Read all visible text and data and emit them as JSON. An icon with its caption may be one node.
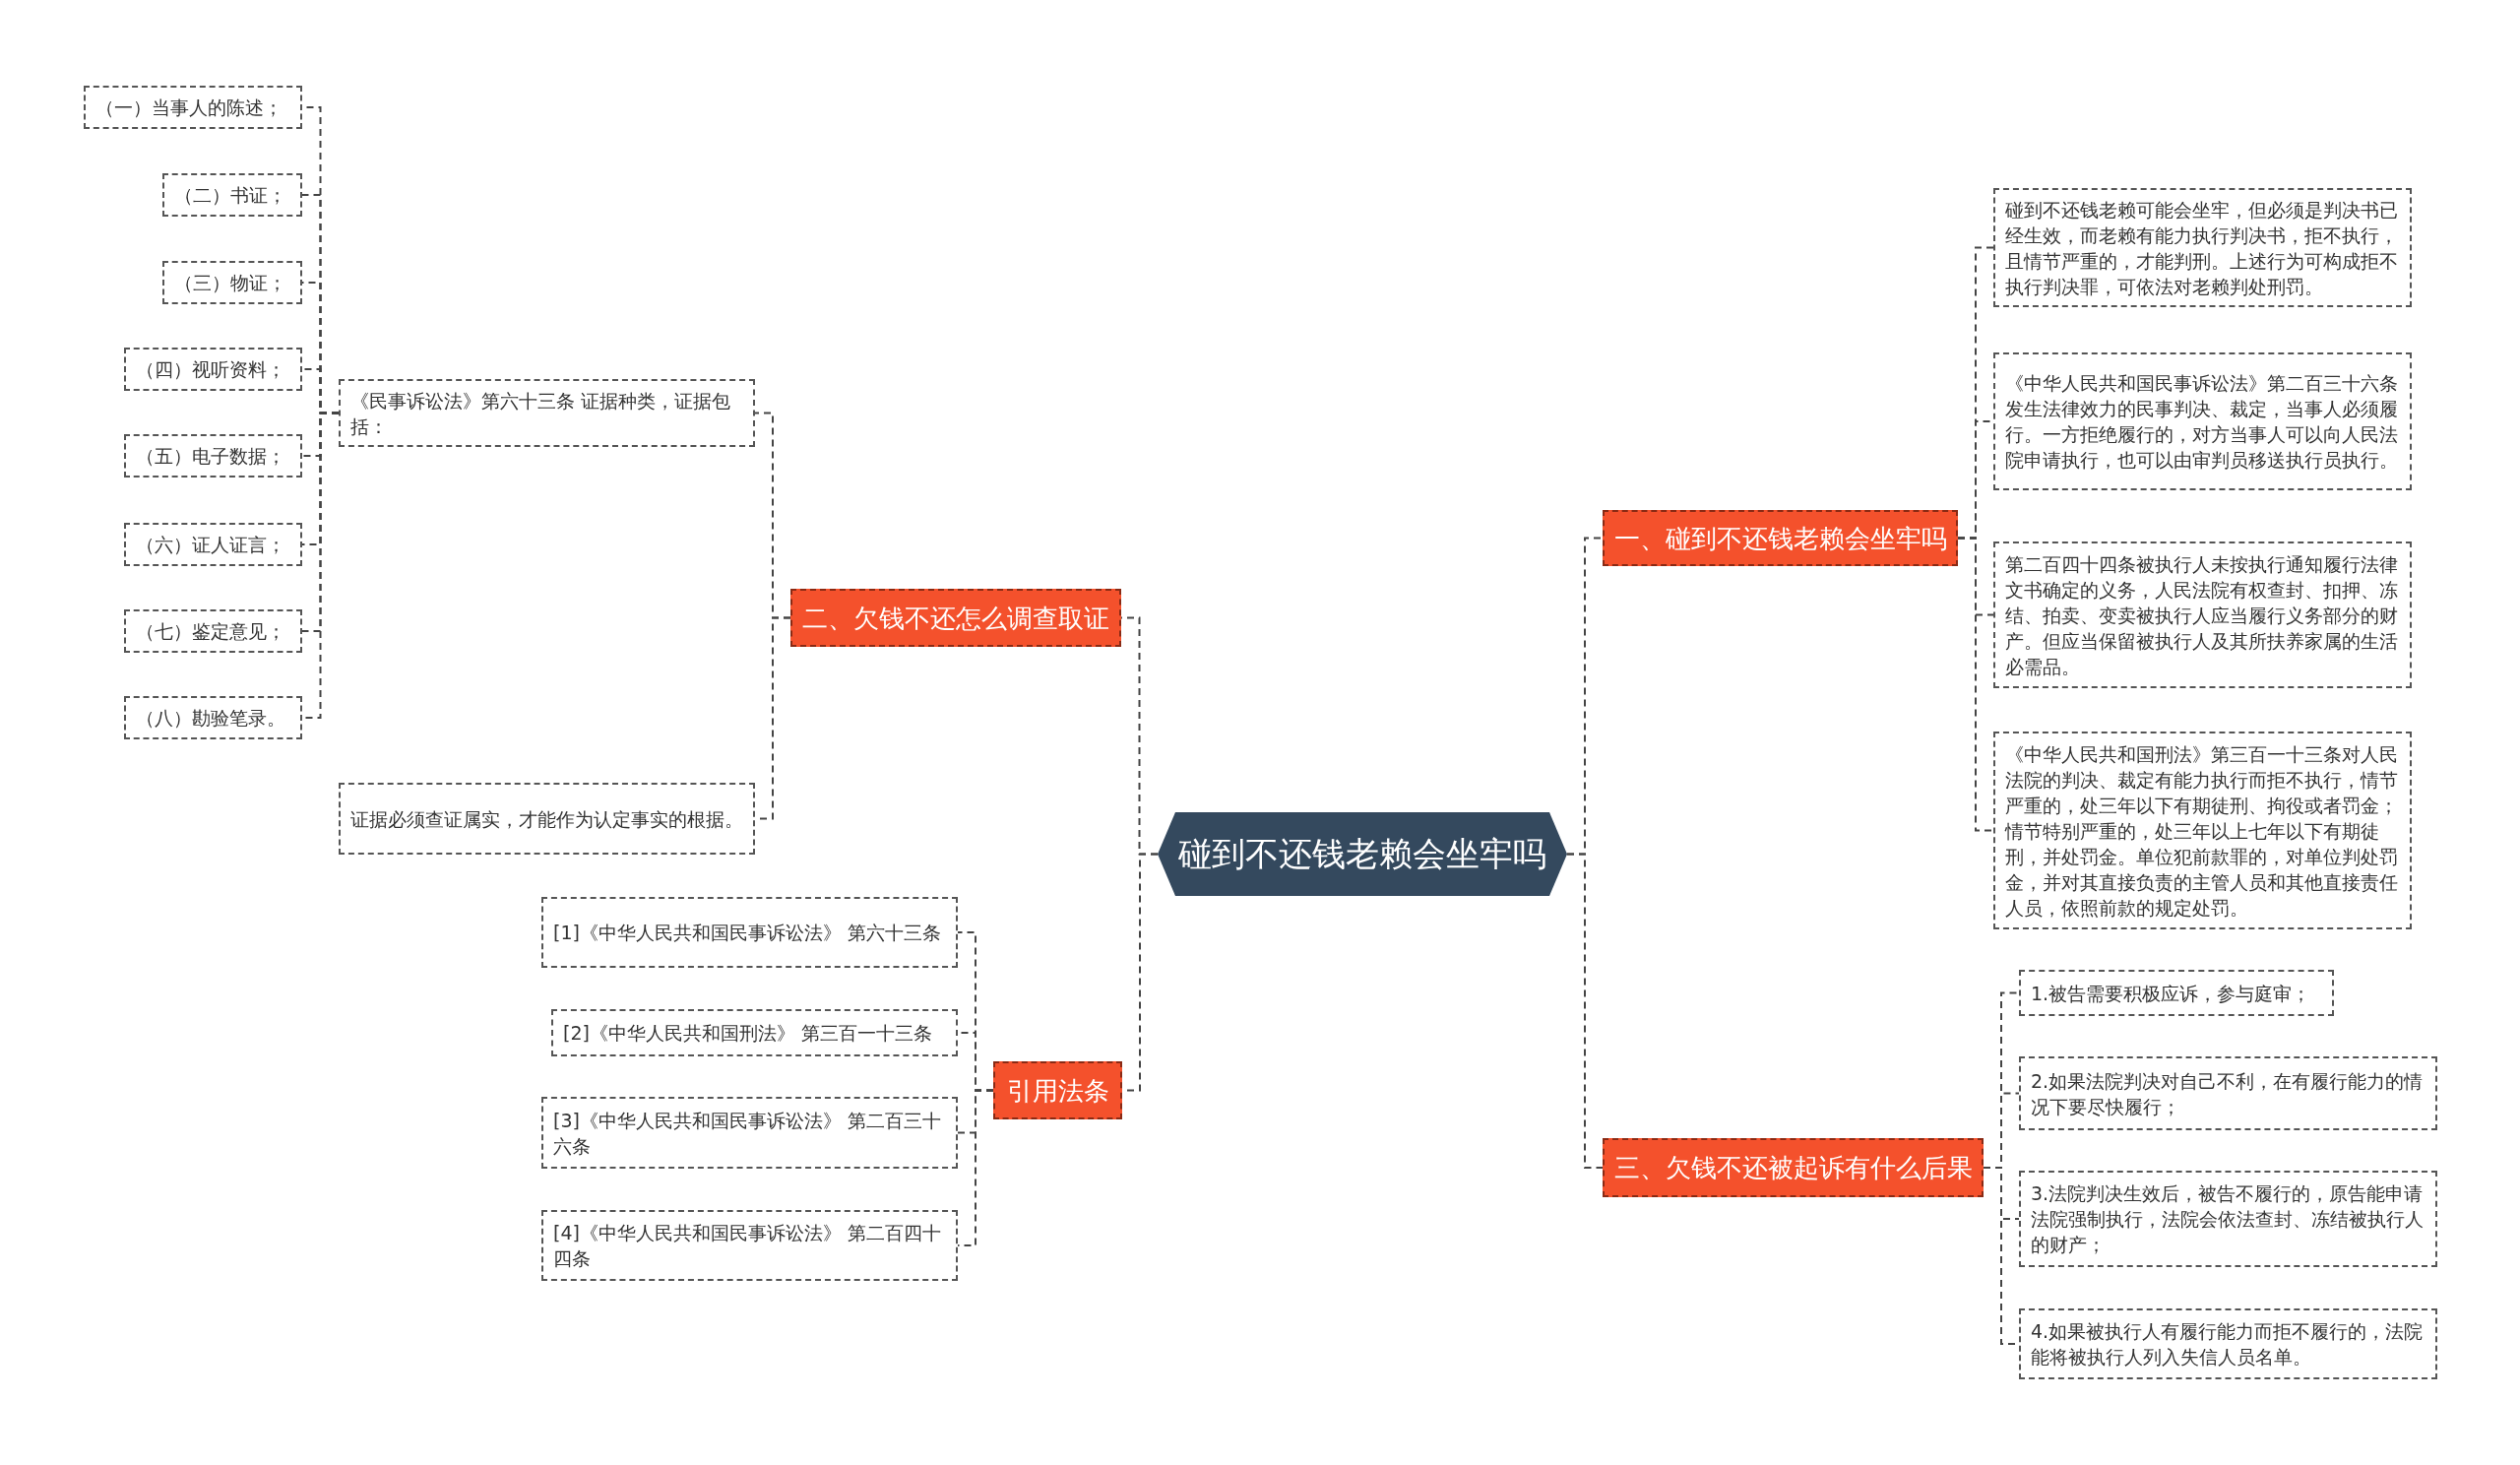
{
  "diagram": {
    "nodes": [
      {
        "text": [
          "碰到不还钱老赖会坐牢吗"
        ]
      },
      {
        "text": [
          "一、碰到不还钱老赖会坐牢吗"
        ]
      },
      {
        "text": [
          "碰到不还钱老赖可能会坐牢，但必须是判决书已经生效，而老赖有能力执行判决书，拒不执行，且情节严重的，才能判刑。上述行为可构成拒不执行判决罪，可依法对老赖判处刑罚。"
        ]
      },
      {
        "text": [
          "《中华人民共和国民事诉讼法》第二百三十六条发生法律效力的民事判决、裁定，当事人必须履行。一方拒绝履行的，对方当事人可以向人民法院申请执行，也可以由审判员移送执行员执行。"
        ]
      },
      {
        "text": [
          "第二百四十四条被执行人未按执行通知履行法律文书确定的义务，人民法院有权查封、扣押、冻结、拍卖、变卖被执行人应当履行义务部分的财产。但应当保留被执行人及其所扶养家属的生活必需品。"
        ]
      },
      {
        "text": [
          "《中华人民共和国刑法》第三百一十三条对人民法院的判决、裁定有能力执行而拒不执行，情节严重的，处三年以下有期徒刑、拘役或者罚金；情节特别严重的，处三年以上七年以下有期徒刑，并处罚金。单位犯前款罪的，对单位判处罚金，并对其直接负责的主管人员和其他直接责任人员，依照前款的规定处罚。"
        ]
      },
      {
        "text": [
          "三、欠钱不还被起诉有什么后果"
        ]
      },
      {
        "text": [
          "1.被告需要积极应诉，参与庭审；"
        ]
      },
      {
        "text": [
          "2.如果法院判决对自己不利，在有履行能力的情况下要尽快履行；"
        ]
      },
      {
        "text": [
          "3.法院判决生效后，被告不履行的，原告能申请法院强制执行，法院会依法查封、冻结被执行人的财产；"
        ]
      },
      {
        "text": [
          "4.如果被执行人有履行能力而拒不履行的，法院能将被执行人列入失信人员名单。"
        ]
      },
      {
        "text": [
          "二、欠钱不还怎么调查取证"
        ]
      },
      {
        "text": [
          "《民事诉讼法》第六十三条 证据种类，证据包括："
        ]
      },
      {
        "text": [
          "（一）当事人的陈述；"
        ]
      },
      {
        "text": [
          "（二）书证；"
        ]
      },
      {
        "text": [
          "（三）物证；"
        ]
      },
      {
        "text": [
          "（四）视听资料；"
        ]
      },
      {
        "text": [
          "（五）电子数据；"
        ]
      },
      {
        "text": [
          "（六）证人证言；"
        ]
      },
      {
        "text": [
          "（七）鉴定意见；"
        ]
      },
      {
        "text": [
          "（八）勘验笔录。"
        ]
      },
      {
        "text": [
          "证据必须查证属实，才能作为认定事实的根据。"
        ]
      },
      {
        "text": [
          "引用法条"
        ]
      },
      {
        "text": [
          "[1]《中华人民共和国民事诉讼法》 第六十三条"
        ]
      },
      {
        "text": [
          "[2]《中华人民共和国刑法》 第三百一十三条"
        ]
      },
      {
        "text": [
          "[3]《中华人民共和国民事诉讼法》 第二百三十六条"
        ]
      },
      {
        "text": [
          "[4]《中华人民共和国民事诉讼法》 第二百四十四条"
        ]
      }
    ],
    "edges": [
      {
        "from": 0,
        "to": 1,
        "arrow": "none"
      },
      {
        "from": 0,
        "to": 6,
        "arrow": "none"
      },
      {
        "from": 0,
        "to": 11,
        "arrow": "none"
      },
      {
        "from": 0,
        "to": 22,
        "arrow": "none"
      },
      {
        "from": 1,
        "to": 2,
        "arrow": "none"
      },
      {
        "from": 1,
        "to": 3,
        "arrow": "none"
      },
      {
        "from": 1,
        "to": 4,
        "arrow": "none"
      },
      {
        "from": 1,
        "to": 5,
        "arrow": "none"
      },
      {
        "from": 6,
        "to": 7,
        "arrow": "none"
      },
      {
        "from": 6,
        "to": 8,
        "arrow": "none"
      },
      {
        "from": 6,
        "to": 9,
        "arrow": "none"
      },
      {
        "from": 6,
        "to": 10,
        "arrow": "none"
      },
      {
        "from": 11,
        "to": 12,
        "arrow": "none"
      },
      {
        "from": 11,
        "to": 21,
        "arrow": "none"
      },
      {
        "from": 12,
        "to": 13,
        "arrow": "none"
      },
      {
        "from": 12,
        "to": 14,
        "arrow": "none"
      },
      {
        "from": 12,
        "to": 15,
        "arrow": "none"
      },
      {
        "from": 12,
        "to": 16,
        "arrow": "none"
      },
      {
        "from": 12,
        "to": 17,
        "arrow": "none"
      },
      {
        "from": 12,
        "to": 18,
        "arrow": "none"
      },
      {
        "from": 12,
        "to": 19,
        "arrow": "none"
      },
      {
        "from": 12,
        "to": 20,
        "arrow": "none"
      },
      {
        "from": 22,
        "to": 23,
        "arrow": "none"
      },
      {
        "from": 22,
        "to": 24,
        "arrow": "none"
      },
      {
        "from": 22,
        "to": 25,
        "arrow": "none"
      },
      {
        "from": 22,
        "to": 26,
        "arrow": "none"
      }
    ]
  }
}
